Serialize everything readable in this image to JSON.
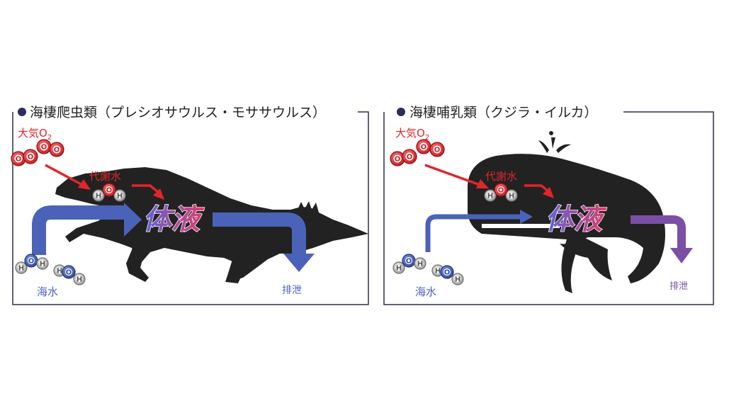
{
  "panels": [
    {
      "title": "海棲爬虫類（プレシオサウルス・モササウルス）",
      "air_label": "大気O",
      "air_subscript": "2",
      "metabolic_label": "代謝水",
      "body_fluid_label": "体液",
      "seawater_label": "海水",
      "excretion_label": "排泄"
    },
    {
      "title": "海棲哺乳類（クジラ・イルカ）",
      "air_label": "大気O",
      "air_subscript": "2",
      "metabolic_label": "代謝水",
      "body_fluid_label": "体液",
      "seawater_label": "海水",
      "excretion_label": "排泄"
    }
  ],
  "atoms": {
    "oxygen": "O",
    "hydrogen": "H"
  },
  "colors": {
    "frame": "#2b2d4a",
    "bullet": "#2b2d5e",
    "red": "#e0262b",
    "blue": "#4a63b8",
    "purple": "#7a4fa6",
    "silhouette": "#222222",
    "oxygen_atom": "#d9272e",
    "hydrogen_atom": "#c8c8c8",
    "sea_oxygen_atom": "#3f5bb0"
  },
  "icons": {
    "bullet": "filled-circle-bullet",
    "spout": "water-spout-icon"
  }
}
